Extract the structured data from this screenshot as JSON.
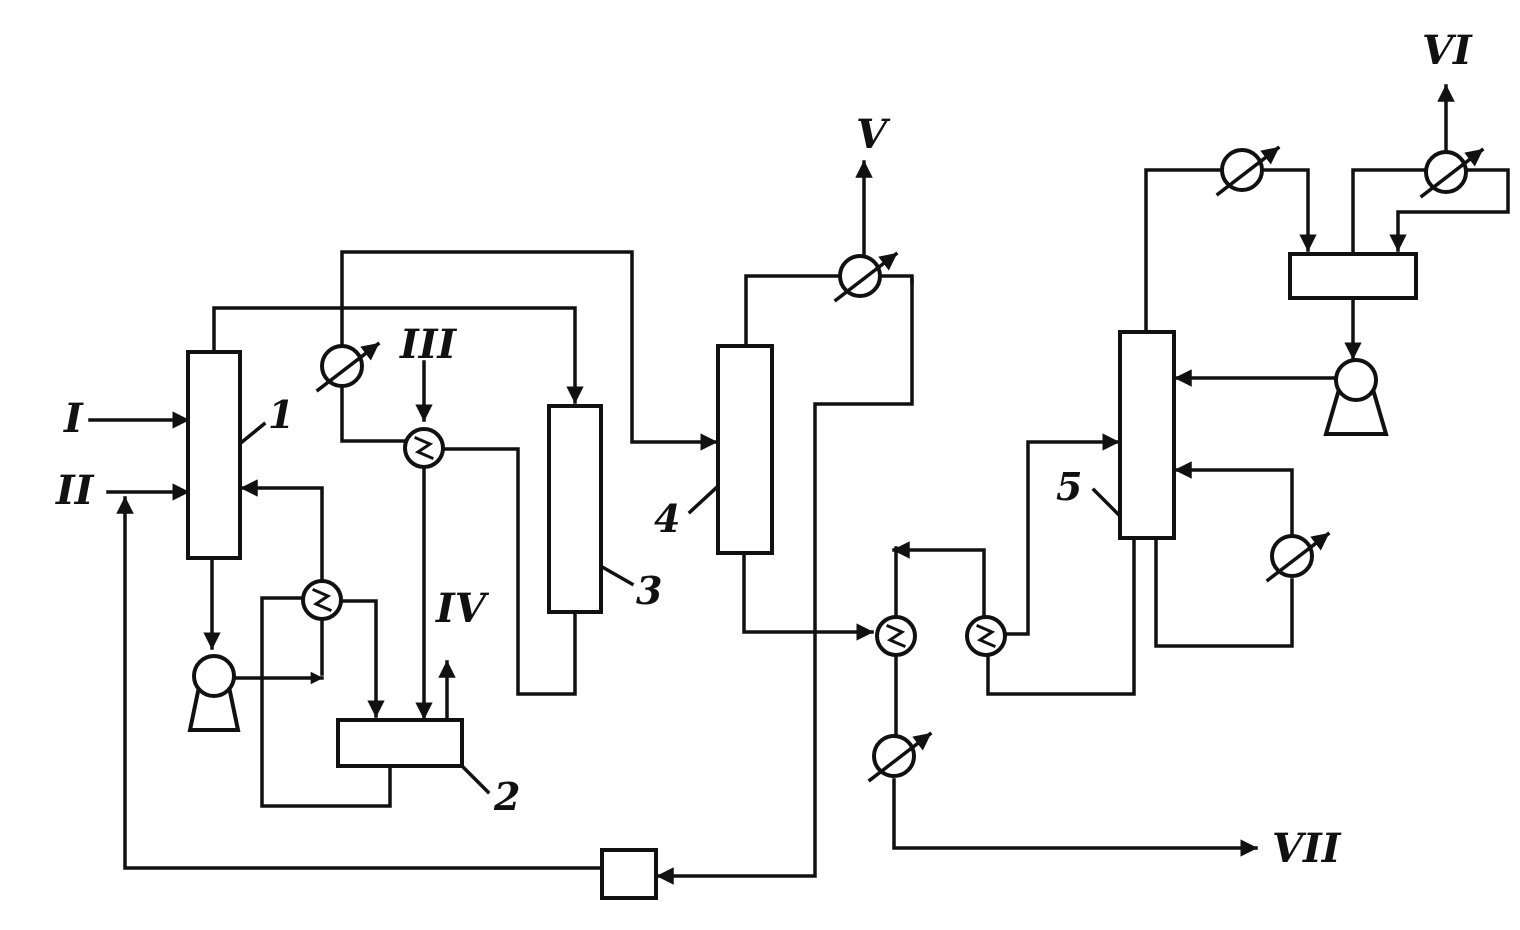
{
  "streams": {
    "s1": "I",
    "s2": "II",
    "s3": "III",
    "s4": "IV",
    "s5": "V",
    "s6": "VI",
    "s7": "VII"
  },
  "units": {
    "u1": "1",
    "u2": "2",
    "u3": "3",
    "u4": "4",
    "u5": "5"
  },
  "icons": {
    "cooler": "cooler-icon",
    "heat_exchanger": "heat-exchanger-icon",
    "pump": "pump-icon",
    "arrow": "arrow-head-icon"
  },
  "colors": {
    "line": "#111111",
    "background": "#ffffff"
  }
}
